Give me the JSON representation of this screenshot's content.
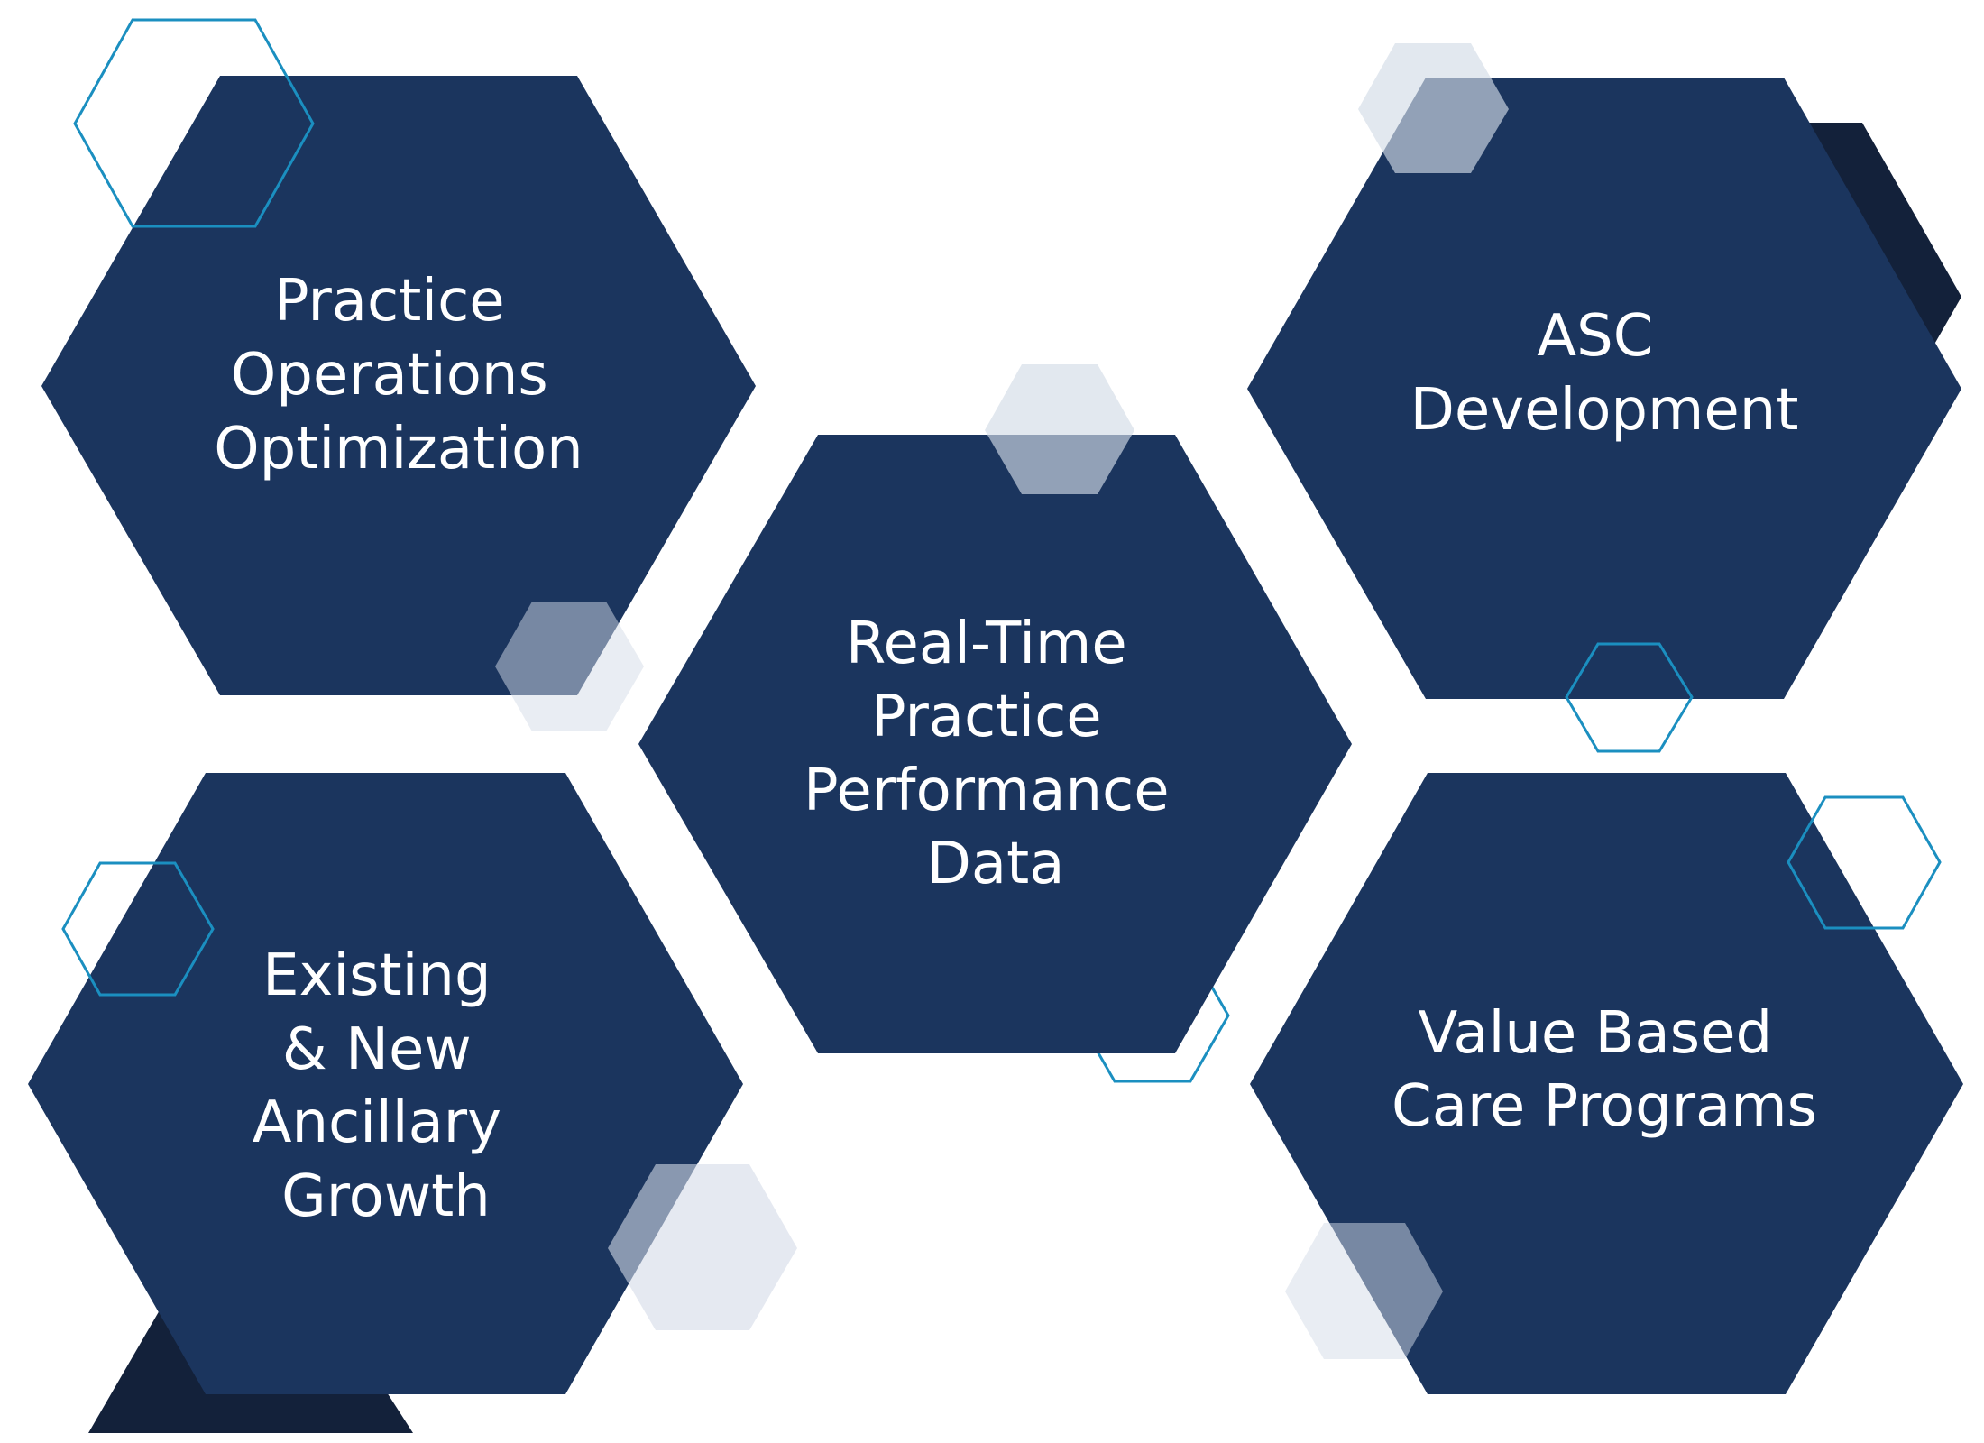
{
  "colors": {
    "navy": "#1b355e",
    "shadow": "#13213a",
    "outline_blue": "#1b8fc0",
    "pale": "#e3e9f1"
  },
  "hexagons": [
    {
      "id": "practice-operations-optimization",
      "lines": [
        "Practice",
        "Operations",
        "Optimization"
      ]
    },
    {
      "id": "asc-development",
      "lines": [
        "ASC",
        "Development"
      ]
    },
    {
      "id": "real-time-practice-performance-data",
      "lines": [
        "Real-Time",
        "Practice",
        "Performance",
        "Data"
      ]
    },
    {
      "id": "existing-new-ancillary-growth",
      "lines": [
        "Existing",
        "& New",
        "Ancillary",
        "Growth"
      ]
    },
    {
      "id": "value-based-care-programs",
      "lines": [
        "Value Based",
        "Care Programs"
      ]
    }
  ]
}
